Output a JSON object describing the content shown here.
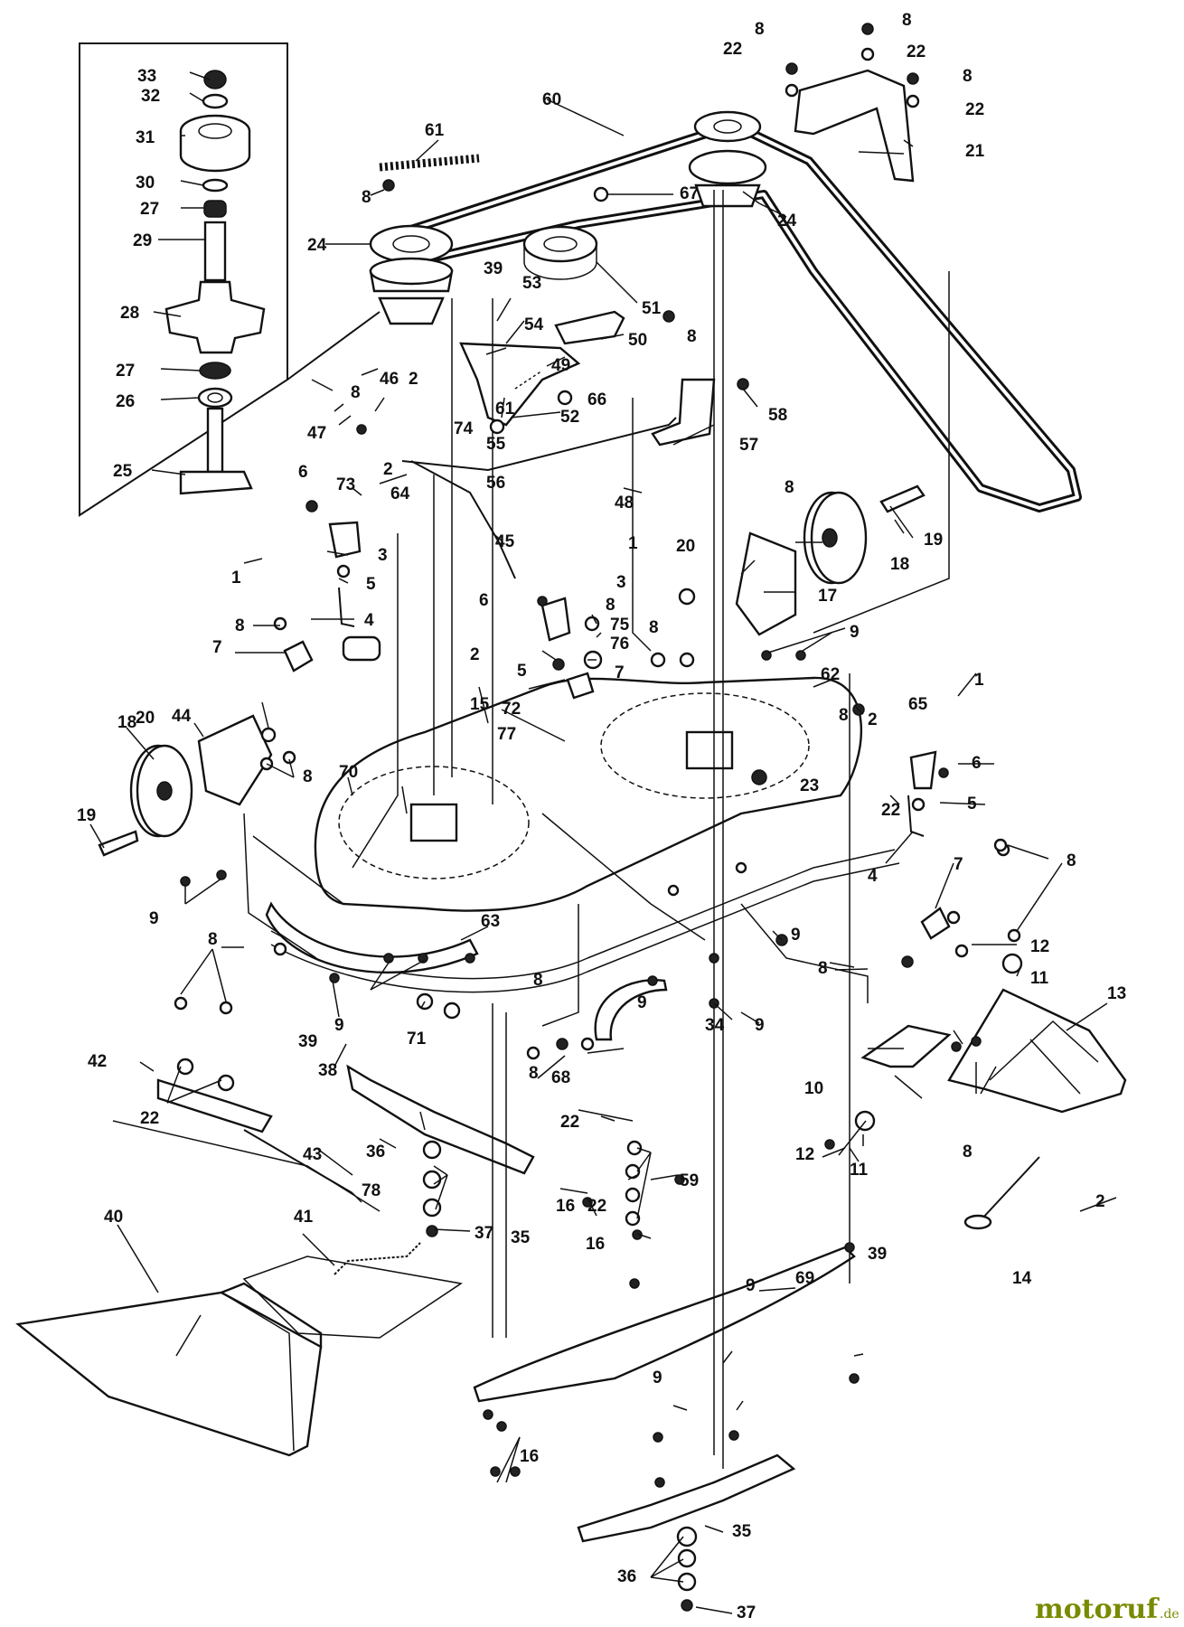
{
  "diagram": {
    "callouts": [
      "1",
      "2",
      "3",
      "4",
      "5",
      "6",
      "7",
      "8",
      "9",
      "10",
      "11",
      "12",
      "13",
      "14",
      "15",
      "16",
      "17",
      "18",
      "19",
      "20",
      "21",
      "22",
      "23",
      "24",
      "25",
      "26",
      "27",
      "28",
      "29",
      "30",
      "31",
      "32",
      "33",
      "34",
      "35",
      "36",
      "37",
      "38",
      "39",
      "40",
      "41",
      "42",
      "43",
      "44",
      "45",
      "46",
      "47",
      "48",
      "49",
      "50",
      "51",
      "52",
      "53",
      "54",
      "55",
      "56",
      "57",
      "58",
      "59",
      "60",
      "61",
      "62",
      "63",
      "64",
      "65",
      "66",
      "67",
      "68",
      "69",
      "70",
      "71",
      "72",
      "73",
      "74",
      "75",
      "76",
      "77",
      "78"
    ]
  },
  "watermark": {
    "brand": "motoruf",
    "tld": ".de"
  }
}
